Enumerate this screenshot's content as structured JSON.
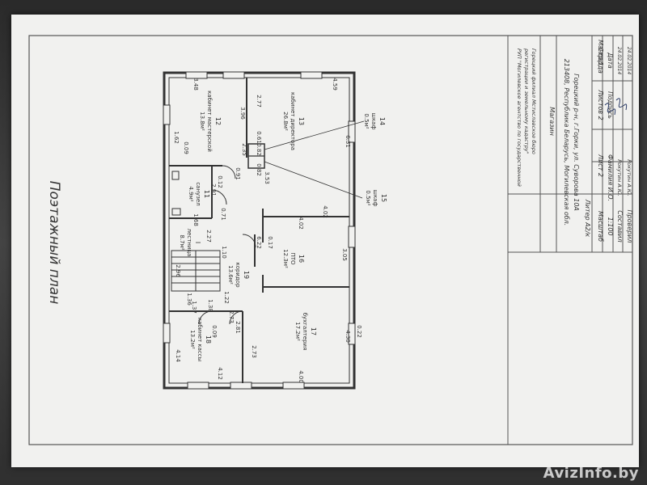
{
  "page_title": "Поэтажный план",
  "stamp": {
    "org_line1": "РУП \"Могилевское агентство по государственной",
    "org_line2": "регистрации и земельному кадастру\"",
    "org_line3": "Горецкий филиал Мстиславское бюро",
    "object": "Магазин",
    "address_line1": "213408, Республика Беларусь, Могилевская обл.",
    "address_line2": "Горецкий р-н, г.Горки, ул. Суворова 10А",
    "litera": "Литер А2/к",
    "floor": "Мансарда",
    "scale_label": "Масштаб",
    "scale_value": "1:100",
    "sheet_label": "Лист 2",
    "sheets_label": "Листов 2",
    "page_label": "Стр.1",
    "fio_label": "Фамилия И.О.",
    "signature_label": "Подпись",
    "date_label": "Дата",
    "composed_label": "Составил",
    "composed_name": "Рокутин А.Ю.",
    "composed_date": "24.02.2014",
    "checked_label": "Проверил",
    "checked_name": "Рокутин А.Ю.",
    "checked_date": "24.02.2014"
  },
  "rooms": [
    {
      "num": "11",
      "name": "санузел",
      "area": "4.9м²"
    },
    {
      "num": "12",
      "name": "кабинет мастерской",
      "area": "13.8м²"
    },
    {
      "num": "13",
      "name": "кабинет директора",
      "area": "26.8м²"
    },
    {
      "num": "14",
      "name": "шкаф",
      "area": "0.5м²"
    },
    {
      "num": "15",
      "name": "шкаф",
      "area": "0.5м²"
    },
    {
      "num": "16",
      "name": "ПТО",
      "area": "12.3м²"
    },
    {
      "num": "17",
      "name": "бухгалтерия",
      "area": "17.2м²"
    },
    {
      "num": "18",
      "name": "кабинет кассы",
      "area": "13.2м²"
    },
    {
      "num": "19",
      "name": "коридор",
      "area": "13.6м²"
    },
    {
      "num": "I",
      "name": "лестница",
      "area": "8.7м²"
    }
  ],
  "dimensions": [
    "3.48",
    "4.59",
    "3.96",
    "2.77",
    "6.31",
    "1.62",
    "2.35",
    "0.91",
    "0.82",
    "0.82",
    "0.61",
    "3.53",
    "0.09",
    "0.12",
    "2.91",
    "1.68",
    "0.71",
    "2.27",
    "4.02",
    "4.02",
    "6.22",
    "0.17",
    "3.05",
    "2.96",
    "1.10",
    "1.22",
    "1.36",
    "1.37",
    "1.38",
    "2.73",
    "2.81",
    "0.09",
    "4.14",
    "4.12",
    "2.73",
    "4.30",
    "0.22",
    "4.00"
  ],
  "watermark": "AvizInfo.by"
}
